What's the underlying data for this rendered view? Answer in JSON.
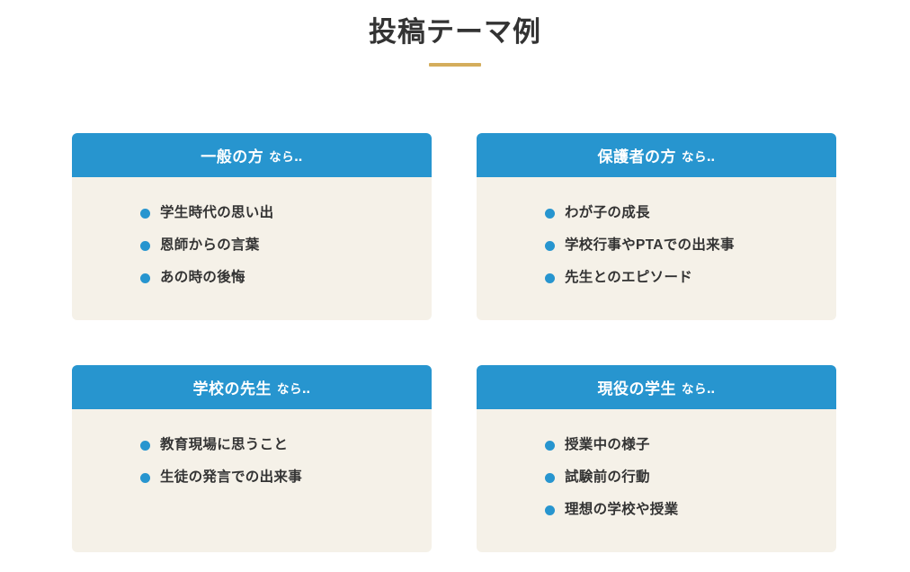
{
  "header": {
    "title": "投稿テーマ例",
    "underline_color": "#d4ad5c"
  },
  "theme": {
    "card_header_bg": "#2795cf",
    "card_body_bg": "#f5f1e8",
    "bullet_color": "#2795cf",
    "text_color": "#333333",
    "page_bg": "#ffffff"
  },
  "cards": [
    {
      "audience": "一般の方",
      "suffix": "なら‥",
      "items": [
        "学生時代の思い出",
        "恩師からの言葉",
        "あの時の後悔"
      ]
    },
    {
      "audience": "保護者の方",
      "suffix": "なら‥",
      "items": [
        "わが子の成長",
        "学校行事やPTAでの出来事",
        "先生とのエピソード"
      ]
    },
    {
      "audience": "学校の先生",
      "suffix": "なら‥",
      "items": [
        "教育現場に思うこと",
        "生徒の発言での出来事"
      ]
    },
    {
      "audience": "現役の学生",
      "suffix": "なら‥",
      "items": [
        "授業中の様子",
        "試験前の行動",
        "理想の学校や授業"
      ]
    }
  ]
}
